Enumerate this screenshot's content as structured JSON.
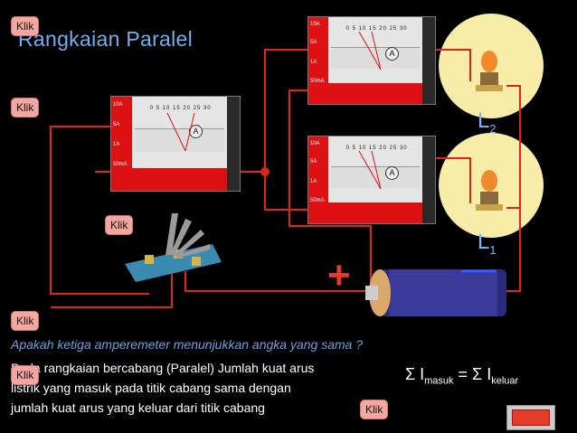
{
  "title": "Rangkaian Paralel",
  "klik_label": "Klik",
  "lamps": [
    {
      "letter": "L",
      "index": "2"
    },
    {
      "letter": "L",
      "index": "1"
    }
  ],
  "meter_symbol": "A",
  "meter_scale": "0 5 10 15 20 25 30",
  "meter_side_labels": [
    "10A",
    "5A",
    "1A",
    "50mA"
  ],
  "plus_sign": "+",
  "question": "Apakah ketiga amperemeter menunjukkan angka yang sama ?",
  "explain_line1": "Pada rangkaian bercabang (Paralel) Jumlah kuat arus",
  "explain_line2": "listrik yang masuk pada titik cabang sama dengan",
  "explain_line3": "jumlah kuat arus yang keluar dari titik cabang",
  "formula_left": "Σ I",
  "formula_left_sub": "masuk",
  "formula_eq": " = Σ I",
  "formula_right_sub": "keluar",
  "colors": {
    "background": "#000000",
    "wire": "#e0231c",
    "title": "#6fb0f0",
    "button": "#f4a6a0",
    "lamp_glow": "#f8eda8"
  },
  "icons": [
    "ammeter-icon",
    "lamp-icon",
    "battery-icon",
    "switch-icon",
    "next-arrow-icon"
  ]
}
